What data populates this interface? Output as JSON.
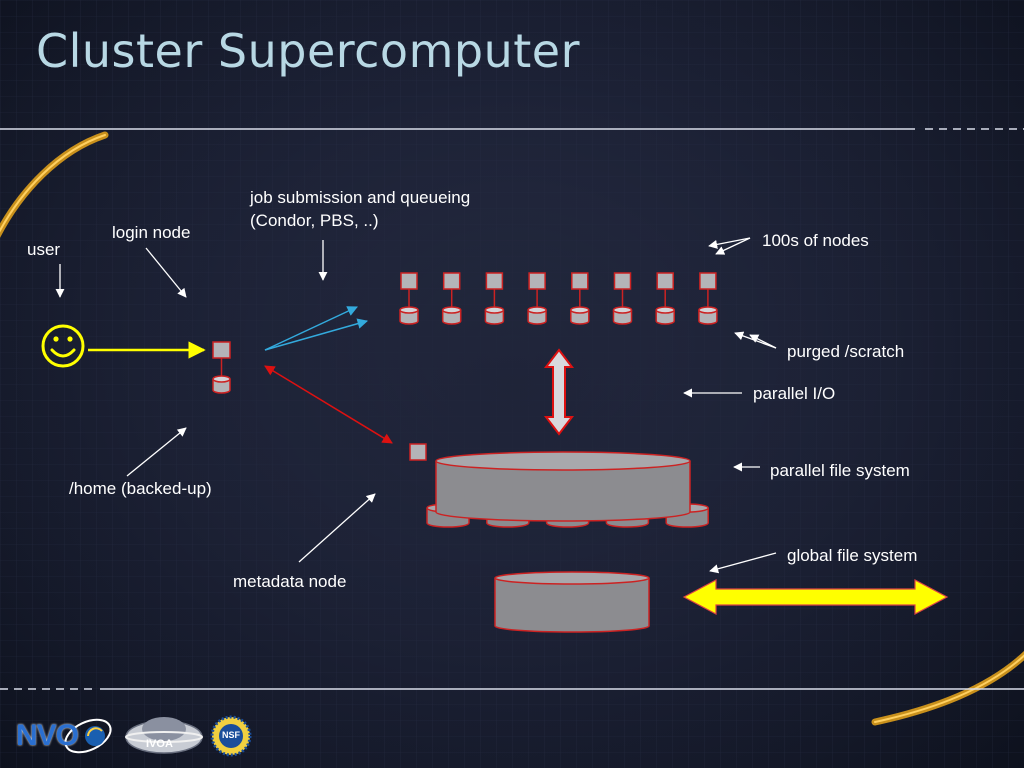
{
  "slide": {
    "title": "Cluster Supercomputer"
  },
  "labels": {
    "user": "user",
    "login_node": "login node",
    "job_submission_line1": "job submission and queueing",
    "job_submission_line2": "(Condor, PBS, ..)",
    "nodes": "100s of nodes",
    "purged_scratch": "purged /scratch",
    "parallel_io": "parallel I/O",
    "parallel_file_system": "parallel file system",
    "global_file_system": "global file system",
    "home_backed_up": "/home (backed-up)",
    "metadata_node": "metadata node"
  },
  "logos": {
    "nvo": "NVO",
    "ivoa": "IVOA",
    "nsf": "NSF"
  },
  "colors": {
    "title": "#b8d8e4",
    "node_fill": "#b4b4b8",
    "node_stroke": "#cc2222",
    "disk_fill": "#8c8c90",
    "arrow_white": "#ffffff",
    "arrow_yellow": "#ffff00",
    "arrow_blue": "#33aadd",
    "arrow_red": "#dd1111",
    "ring": "#c8901c"
  },
  "icons": {
    "user": "smiley-face-icon"
  },
  "compute_node_count": 8,
  "parallel_fs_disk_count": 5
}
